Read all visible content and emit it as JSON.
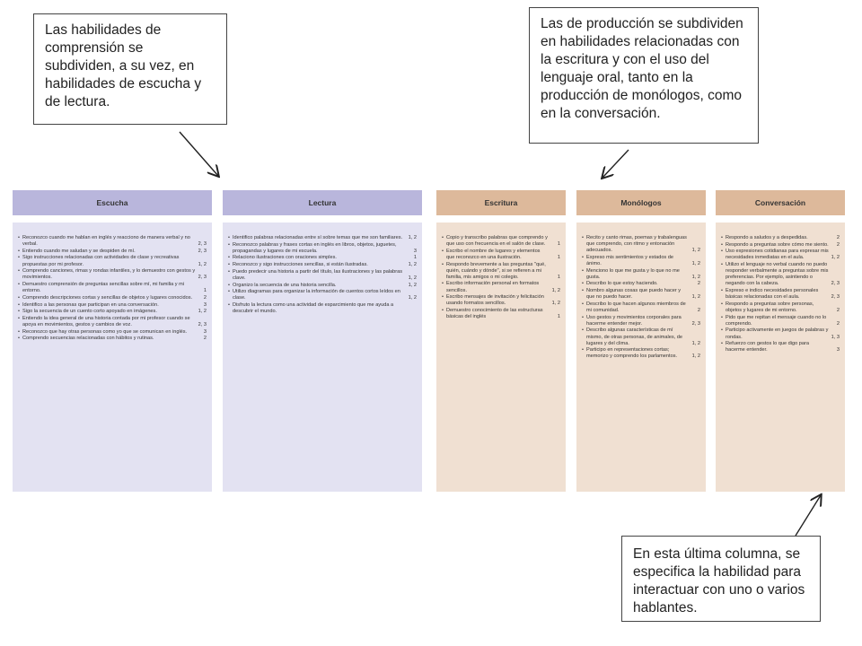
{
  "callouts": {
    "left": "Las habilidades de comprensión se subdividen, a su vez, en habilidades de escucha y de lectura.",
    "right": "Las de producción se subdividen en habilidades relacionadas con la escritura y con el uso del lenguaje oral, tanto en la producción de monólogos, como en la conversación.",
    "bottom": "En esta última columna, se especifica la habilidad para interactuar con uno o varios hablantes."
  },
  "columns": {
    "escucha": {
      "title": "Escucha",
      "items": [
        {
          "text": "Reconozco cuando me hablan en inglés y reacciono de manera verbal y no verbal.",
          "code": "2, 3"
        },
        {
          "text": "Entiendo cuando me saludan y se despiden de mí.",
          "code": "2, 3"
        },
        {
          "text": "Sigo instrucciones relacionadas con actividades de clase y recreativas propuestas por mi profesor.",
          "code": "1, 2"
        },
        {
          "text": "Comprendo canciones, rimas y rondas infantiles, y lo demuestro con gestos y movimientos.",
          "code": "2, 3"
        },
        {
          "text": "Demuestro comprensión de preguntas sencillas sobre mí, mi familia y mi entorno.",
          "code": "1"
        },
        {
          "text": "Comprendo descripciones cortas y sencillas de objetos y lugares conocidos.",
          "code": "2"
        },
        {
          "text": "Identifico a las personas que participan en una conversación.",
          "code": "3"
        },
        {
          "text": "Sigo la secuencia de un cuento corto apoyado en imágenes.",
          "code": "1, 2"
        },
        {
          "text": "Entiendo la idea general de una historia contada por mi profesor cuando se apoya en movimientos, gestos y cambios de voz.",
          "code": "2, 3"
        },
        {
          "text": "Reconozco que hay otras personas como yo que se comunican en inglés.",
          "code": "3"
        },
        {
          "text": "Comprendo secuencias relacionadas con hábitos y rutinas.",
          "code": "2"
        }
      ]
    },
    "lectura": {
      "title": "Lectura",
      "items": [
        {
          "text": "Identifico palabras relacionadas entre sí sobre temas que me son familiares.",
          "code": "1, 2"
        },
        {
          "text": "Reconozco palabras y frases cortas en inglés en libros, objetos, juguetes, propagandas y lugares de mi escuela.",
          "code": "3"
        },
        {
          "text": "Relaciono ilustraciones con oraciones simples.",
          "code": "1"
        },
        {
          "text": "Reconozco y sigo instrucciones sencillas, si están ilustradas.",
          "code": "1, 2"
        },
        {
          "text": "Puedo predecir una historia a partir del título, las ilustraciones y las palabras clave.",
          "code": "1, 2"
        },
        {
          "text": "Organizo la secuencia de una historia sencilla.",
          "code": "1, 2"
        },
        {
          "text": "Utilizo diagramas para organizar la información de cuentos cortos leídos en clase.",
          "code": "1, 2"
        },
        {
          "text": "Disfruto la lectura como una actividad de esparcimiento que me ayuda a descubrir el mundo.",
          "code": ""
        }
      ]
    },
    "escritura": {
      "title": "Escritura",
      "items": [
        {
          "text": "Copio y transcribo palabras que comprendo y que uso con frecuencia en el salón de clase.",
          "code": "1"
        },
        {
          "text": "Escribo el nombre de lugares y elementos que reconozco en una ilustración.",
          "code": "1"
        },
        {
          "text": "Respondo brevemente a las preguntas \"qué, quién, cuándo y dónde\", si se refieren a mi familia, mis amigos o mi colegio.",
          "code": "1"
        },
        {
          "text": "Escribo información personal en formatos sencillos.",
          "code": "1, 2"
        },
        {
          "text": "Escribo mensajes de invitación y felicitación usando formatos sencillos.",
          "code": "1, 2"
        },
        {
          "text": "Demuestro conocimiento de las estructuras básicas del inglés",
          "code": "1"
        }
      ]
    },
    "monologos": {
      "title": "Monólogos",
      "items": [
        {
          "text": "Recito y canto rimas, poemas y trabalenguas que comprendo, con ritmo y entonación adecuados.",
          "code": "1, 2"
        },
        {
          "text": "Expreso mis sentimientos y estados de ánimo.",
          "code": "1, 2"
        },
        {
          "text": "Menciono lo que me gusta y lo que no me gusta.",
          "code": "1, 2"
        },
        {
          "text": "Describo lo que estoy haciendo.",
          "code": "2"
        },
        {
          "text": "Nombro algunas cosas que puedo hacer y que no puedo hacer.",
          "code": "1, 2"
        },
        {
          "text": "Describo lo que hacen algunos miembros de mi comunidad.",
          "code": "2"
        },
        {
          "text": "Uso gestos y movimientos corporales para hacerme entender mejor.",
          "code": "2, 3"
        },
        {
          "text": "Describo algunas características de mí mismo, de otras personas, de animales, de lugares y del clima.",
          "code": "1, 2"
        },
        {
          "text": "Participo en representaciones cortas; memorizo y comprendo los parlamentos.",
          "code": "1, 2"
        }
      ]
    },
    "conversacion": {
      "title": "Conversación",
      "items": [
        {
          "text": "Respondo a saludos y a despedidas.",
          "code": "2"
        },
        {
          "text": "Respondo a preguntas sobre cómo me siento.",
          "code": "2"
        },
        {
          "text": "Uso expresiones cotidianas para expresar mis necesidades inmediatas en el aula.",
          "code": "1, 2"
        },
        {
          "text": "Utilizo el lenguaje no verbal cuando no puedo responder verbalmente a preguntas sobre mis preferencias. Por ejemplo, asintiendo o negando con la cabeza.",
          "code": "2, 3"
        },
        {
          "text": "Expreso e indico necesidades personales básicas relacionadas con el aula.",
          "code": "2, 3"
        },
        {
          "text": "Respondo a preguntas sobre personas, objetos y lugares de mi entorno.",
          "code": "2"
        },
        {
          "text": "Pido que me repitan el mensaje cuando no lo comprendo.",
          "code": "2"
        },
        {
          "text": "Participo activamente en juegos de palabras y rondas.",
          "code": "1, 3"
        },
        {
          "text": "Refuerzo con gestos lo que digo para hacerme entender.",
          "code": "3"
        }
      ]
    }
  }
}
